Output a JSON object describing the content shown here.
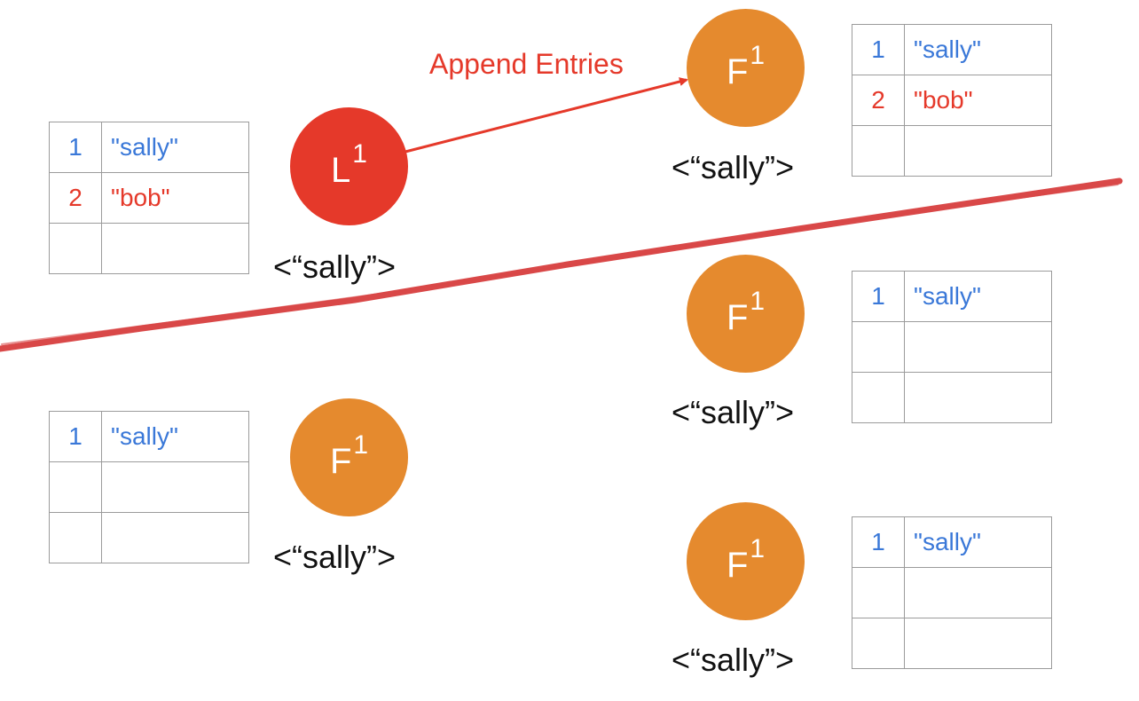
{
  "colors": {
    "leader_fill": "#e5392a",
    "follower_fill": "#e58a2e",
    "index_color": "#2f6fc9",
    "entry_color_committed": "#3a78d8",
    "entry_color_uncommitted": "#e5392a",
    "partition_line": "#d94848",
    "arrow_color": "#e5392a",
    "table_border": "#9b9b9b"
  },
  "arrow": {
    "label": "Append Entries"
  },
  "partition": {
    "icon": "partition-line"
  },
  "nodes": [
    {
      "role": "leader",
      "letter": "L",
      "term": "1",
      "state": "<“sally”>",
      "log": [
        {
          "index": "1",
          "value": "\"sally\"",
          "status": "committed"
        },
        {
          "index": "2",
          "value": "\"bob\"",
          "status": "uncommitted"
        },
        {
          "index": "",
          "value": "",
          "status": "empty"
        }
      ]
    },
    {
      "role": "follower",
      "letter": "F",
      "term": "1",
      "state": "<“sally”>",
      "log": [
        {
          "index": "1",
          "value": "\"sally\"",
          "status": "committed"
        },
        {
          "index": "2",
          "value": "\"bob\"",
          "status": "uncommitted"
        },
        {
          "index": "",
          "value": "",
          "status": "empty"
        }
      ]
    },
    {
      "role": "follower",
      "letter": "F",
      "term": "1",
      "state": "<“sally”>",
      "log": [
        {
          "index": "1",
          "value": "\"sally\"",
          "status": "committed"
        },
        {
          "index": "",
          "value": "",
          "status": "empty"
        },
        {
          "index": "",
          "value": "",
          "status": "empty"
        }
      ]
    },
    {
      "role": "follower",
      "letter": "F",
      "term": "1",
      "state": "<“sally”>",
      "log": [
        {
          "index": "1",
          "value": "\"sally\"",
          "status": "committed"
        },
        {
          "index": "",
          "value": "",
          "status": "empty"
        },
        {
          "index": "",
          "value": "",
          "status": "empty"
        }
      ]
    },
    {
      "role": "follower",
      "letter": "F",
      "term": "1",
      "state": "<“sally”>",
      "log": [
        {
          "index": "1",
          "value": "\"sally\"",
          "status": "committed"
        },
        {
          "index": "",
          "value": "",
          "status": "empty"
        },
        {
          "index": "",
          "value": "",
          "status": "empty"
        }
      ]
    }
  ]
}
